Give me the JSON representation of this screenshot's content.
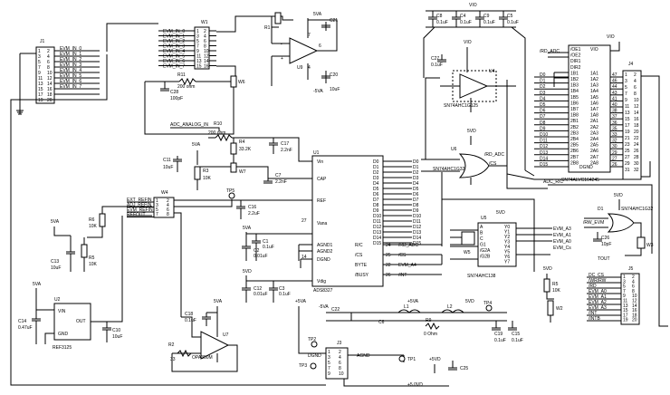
{
  "parts": {
    "j1": {
      "ref": "J1",
      "pins_left": [
        "1",
        "3",
        "5",
        "7",
        "9",
        "11",
        "13",
        "15",
        "17",
        "19"
      ],
      "pins_right": [
        "2",
        "4",
        "6",
        "8",
        "10",
        "12",
        "14",
        "16",
        "18",
        "20"
      ]
    },
    "evm_in": [
      "EVM_IN_0",
      "EVM_IN_1",
      "EVM_IN_2",
      "EVM_IN_3",
      "EVM_IN_4",
      "EVM_IN_5",
      "EVM_IN_6",
      "EVM_IN_7"
    ],
    "evm_in_w1": [
      "EVM_IN_0",
      "EVM_IN_1",
      "EVM_IN_2",
      "EVM_IN_3",
      "EVM_IN_4",
      "EVM_IN_5",
      "EVM_IN_6",
      "EVM_IN_7"
    ],
    "w1": {
      "ref": "W1",
      "left": [
        "1",
        "3",
        "5",
        "7",
        "9",
        "11",
        "13",
        "15"
      ],
      "right": [
        "2",
        "4",
        "6",
        "8",
        "10",
        "12",
        "14",
        "16"
      ]
    },
    "r1": {
      "ref": "R1"
    },
    "u9": {
      "ref": "U9",
      "pin7": "7",
      "pin6": "6",
      "pin4": "4"
    },
    "c21": {
      "ref": "C21"
    },
    "c20": {
      "ref": "C20",
      "value": "10uF"
    },
    "r11": {
      "ref": "R11",
      "value": "200 ohm"
    },
    "c28": {
      "ref": "C28",
      "value": "100pF"
    },
    "w6": {
      "ref": "W6"
    },
    "adc_analog_in": "ADC_ANALOG_IN",
    "r10": {
      "ref": "R10",
      "value": "200 ohm"
    },
    "r4": {
      "ref": "R4",
      "value": "33.2K"
    },
    "c17": {
      "ref": "C17",
      "value": "2.2nF"
    },
    "c11": {
      "ref": "C11",
      "value": "10uF"
    },
    "r3": {
      "ref": "R3",
      "value": "10K"
    },
    "w7": {
      "ref": "W7"
    },
    "c7": {
      "ref": "C7",
      "value": "2.2nF"
    },
    "u1": {
      "ref": "U1",
      "part": "ADS8327",
      "left": [
        {
          "n": "",
          "l": "Vin"
        },
        {
          "n": "",
          "l": "CAP"
        },
        {
          "n": "",
          "l": "REF"
        },
        {
          "n": "27",
          "l": "Vana"
        },
        {
          "n": "",
          "l": "AGND1"
        },
        {
          "n": "",
          "l": "AGND2"
        },
        {
          "n": "14",
          "l": "DGND"
        },
        {
          "n": "",
          "l": "Vdig"
        }
      ],
      "right": [
        "D0",
        "D1",
        "D2",
        "D3",
        "D4",
        "D5",
        "D6",
        "D7",
        "D8",
        "D9",
        "D10",
        "D11",
        "D12",
        "D13",
        "D14",
        "D15"
      ],
      "ctrl": [
        {
          "n": "24",
          "l": "R/C"
        },
        {
          "n": "25",
          "l": "/CS"
        },
        {
          "n": "22",
          "l": "BYTE"
        },
        {
          "n": "26",
          "l": "/BUSY"
        }
      ],
      "ctrl_net": [
        "/RD_ADC",
        "/CS",
        "EVM_A4",
        "/INT"
      ]
    },
    "d_labels": [
      "D0",
      "D1",
      "D2",
      "D3",
      "D4",
      "D5",
      "D6",
      "D7",
      "D8",
      "D9",
      "D10",
      "D11",
      "D12",
      "D13",
      "D14",
      "D15"
    ],
    "w4": {
      "ref": "W4",
      "nets": [
        "EXT_REFIN",
        "ADJ_REFIN",
        "EVM_REFIN",
        "REFOUT"
      ],
      "pins_l": [
        "1",
        "3",
        "5",
        "7"
      ],
      "pins_r": [
        "2",
        "4",
        "6",
        "8"
      ]
    },
    "tp5": {
      "ref": "TP5"
    },
    "c16": {
      "ref": "C16",
      "value": "2.2uF"
    },
    "c1": {
      "ref": "C1",
      "value": "0.1uF"
    },
    "c2": {
      "ref": "C2",
      "value": "0.01uF"
    },
    "c12": {
      "ref": "C12",
      "value": "0.01uF"
    },
    "c3": {
      "ref": "C3",
      "value": "0.1uF"
    },
    "r6": {
      "ref": "R6",
      "value": "10K"
    },
    "r5": {
      "ref": "R5",
      "value": "10K"
    },
    "c13": {
      "ref": "C13",
      "value": "10uF"
    },
    "u2": {
      "ref": "U2",
      "part": "REF3125",
      "vin": "VIN",
      "gnd": "GND",
      "out": "OUT"
    },
    "c14": {
      "ref": "C14",
      "value": "0.47uF"
    },
    "c10": {
      "ref": "C10",
      "value": "10uF"
    },
    "c18": {
      "ref": "C18",
      "value": "0.1uF"
    },
    "u7": {
      "ref": "U7",
      "part": "OPA350M"
    },
    "r2": {
      "ref": "R2",
      "value": "33"
    },
    "cbank": {
      "refs": [
        "C8",
        "C4",
        "C9",
        "C5"
      ],
      "values": [
        "0.1uF",
        "0.1uF",
        "0.1uF",
        "0.1uF"
      ]
    },
    "vio": "VIO",
    "c27": {
      "ref": "C27",
      "value": "0.1uF"
    },
    "u4": {
      "ref": "U4",
      "part": "SN74AHC1G125"
    },
    "u6": {
      "ref": "U6",
      "part": "SN74AHC1G32",
      "a": "/RD_ADC",
      "b": "/CS"
    },
    "u3": {
      "ref": "U3",
      "part": "SN74ALVC164245",
      "left": [
        "/OE1",
        "/OE2",
        "DIR1",
        "DIR2",
        "1B1",
        "1B2",
        "1B3",
        "1B4",
        "1B5",
        "1B6",
        "1B7",
        "1B8",
        "2B1",
        "2B2",
        "2B3",
        "2B4",
        "2B5",
        "2B6",
        "2B7",
        "2B8"
      ],
      "right": [
        "VIO",
        "",
        "",
        "",
        "1A1",
        "1A2",
        "1A3",
        "1A4",
        "1A5",
        "1A6",
        "1A7",
        "1A8",
        "2A1",
        "2A2",
        "2A3",
        "2A4",
        "2A5",
        "2A6",
        "2A7",
        "2A8"
      ],
      "gnd": "DGND",
      "rd": "/RD_ADC"
    },
    "u3_dl": [
      "D0",
      "D1",
      "D2",
      "D3",
      "D4",
      "D5",
      "D6",
      "D7",
      "D8",
      "D9",
      "D10",
      "D11",
      "D12",
      "D13",
      "D14",
      "D15"
    ],
    "j4": {
      "ref": "J4",
      "left": [
        "1",
        "3",
        "5",
        "7",
        "9",
        "11",
        "13",
        "15",
        "17",
        "19",
        "21",
        "23",
        "25",
        "27",
        "29",
        "31"
      ],
      "right": [
        "2",
        "4",
        "6",
        "8",
        "10",
        "12",
        "14",
        "16",
        "18",
        "20",
        "22",
        "24",
        "26",
        "28",
        "30",
        "32"
      ],
      "num_top": "47",
      "num_bot": "33"
    },
    "u3_pins_r": [
      "47",
      "46",
      "44",
      "43",
      "41",
      "40",
      "38",
      "37",
      "36",
      "35",
      "33",
      "32",
      "30",
      "29",
      "27",
      "26"
    ],
    "u5": {
      "ref": "U5",
      "part": "SN74AHC138",
      "ins": [
        "EVM_A3",
        "EVM_A1",
        "EVM_A0",
        "EVM_Cs"
      ],
      "outs": [
        "Y0",
        "Y1",
        "Y2",
        "Y3",
        "Y4",
        "Y5",
        "Y6",
        "Y7"
      ],
      "ins_l": [
        "A",
        "B",
        "C",
        "G1",
        "/G2A",
        "/G2B"
      ],
      "vcc": "VCC"
    },
    "w5": {
      "ref": "W5"
    },
    "d1": {
      "ref": "D1",
      "part": "SN74AHC1G32"
    },
    "c26": {
      "ref": "C26",
      "value": "10pF"
    },
    "w3": {
      "ref": "W3"
    },
    "tout": "TOUT",
    "rw_evm": "/RW_EVM",
    "adc_rdc": "ADC_R/C",
    "r5b": {
      "ref": "R5",
      "value": "10K"
    },
    "w2": {
      "ref": "W2"
    },
    "j5": {
      "ref": "J5",
      "nets": [
        "DC_CS",
        "/WR/RW",
        "/RD",
        "EVM_A0",
        "EVM_A1",
        "EVM_A2",
        "EVM_A3",
        "/INT",
        "/INTB"
      ],
      "l": [
        "1",
        "3",
        "5",
        "7",
        "9",
        "11",
        "13",
        "15",
        "17",
        "19"
      ],
      "r": [
        "2",
        "4",
        "6",
        "8",
        "10",
        "12",
        "14",
        "16",
        "18",
        "20"
      ]
    },
    "pwr": {
      "j3": "J3",
      "tp2": "TP2",
      "tp3": "TP3",
      "tp4": "TP4",
      "tp1": "TP1",
      "l1": "L1",
      "l2": "L2",
      "r9": {
        "ref": "R9",
        "value": "0 Ohm"
      },
      "c22": "C22",
      "c6": "C6",
      "c19": {
        "ref": "C19",
        "value": "0.1uF"
      },
      "c15": {
        "ref": "C15",
        "value": "0.1uF"
      },
      "c25": "C25",
      "dgnd": "DGND",
      "agnd": "AGND",
      "vd": "+5.0VD",
      "j3_l": [
        "1",
        "3",
        "5",
        "7",
        "9"
      ],
      "j3_r": [
        "2",
        "4",
        "6",
        "8",
        "10"
      ]
    },
    "rails": {
      "va": "5VA",
      "vd": "5VD",
      "p5va": "+5VA",
      "n5va": "-5VA",
      "vd_alt": "+5VD",
      "vio": "VIO"
    }
  }
}
